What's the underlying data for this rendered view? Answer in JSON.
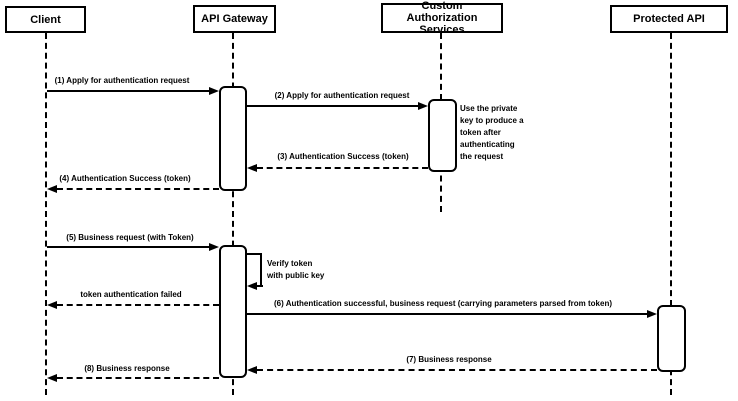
{
  "diagram": {
    "type": "sequence-diagram",
    "actors": [
      {
        "name": "Client"
      },
      {
        "name": "API Gateway"
      },
      {
        "name": "Custom Authorization Services"
      },
      {
        "name": "Protected API"
      }
    ],
    "messages": [
      {
        "label": "(1) Apply for authentication request",
        "from": "Client",
        "to": "API Gateway",
        "line": "solid"
      },
      {
        "label": "(2) Apply for authentication request",
        "from": "API Gateway",
        "to": "Custom Authorization Services",
        "line": "solid"
      },
      {
        "label": "(3) Authentication Success (token)",
        "from": "Custom Authorization Services",
        "to": "API Gateway",
        "line": "dashed"
      },
      {
        "label": "(4) Authentication Success (token)",
        "from": "API Gateway",
        "to": "Client",
        "line": "dashed"
      },
      {
        "label": "(5) Business request (with Token)",
        "from": "Client",
        "to": "API Gateway",
        "line": "solid"
      },
      {
        "label": "token authentication failed",
        "from": "API Gateway",
        "to": "Client",
        "line": "dashed"
      },
      {
        "label": "(6) Authentication successful, business request (carrying parameters parsed from token)",
        "from": "API Gateway",
        "to": "Protected API",
        "line": "solid"
      },
      {
        "label": "(7) Business response",
        "from": "Protected API",
        "to": "API Gateway",
        "line": "dashed"
      },
      {
        "label": "(8) Business response",
        "from": "API Gateway",
        "to": "Client",
        "line": "dashed"
      }
    ],
    "self_message": {
      "actor": "API Gateway",
      "lines": [
        "Verify token",
        "with public key"
      ]
    },
    "note": {
      "actor": "Custom Authorization Services",
      "lines": [
        "Use the private",
        "key to produce a",
        "token after",
        "authenticating",
        "the request"
      ]
    },
    "colors": {
      "line": "#000000",
      "text": "#000000",
      "shape_fill": "#ffffff",
      "background": "#ffffff"
    }
  }
}
